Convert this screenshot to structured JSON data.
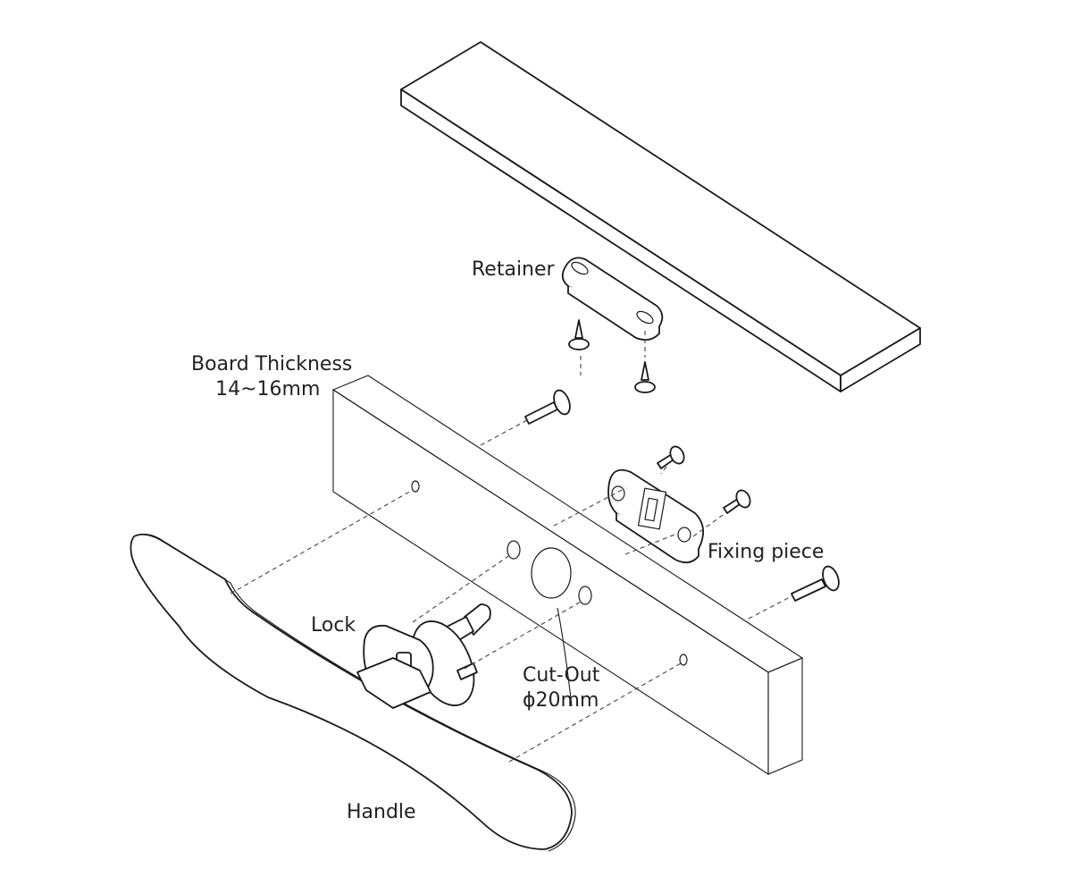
{
  "labels": {
    "retainer": "Retainer",
    "board_thickness_line1": "Board Thickness",
    "board_thickness_line2": "14~16mm",
    "fixing_piece": "Fixing piece",
    "lock": "Lock",
    "cutout_line1": "Cut-Out",
    "cutout_line2": "ϕ20mm",
    "handle": "Handle"
  }
}
